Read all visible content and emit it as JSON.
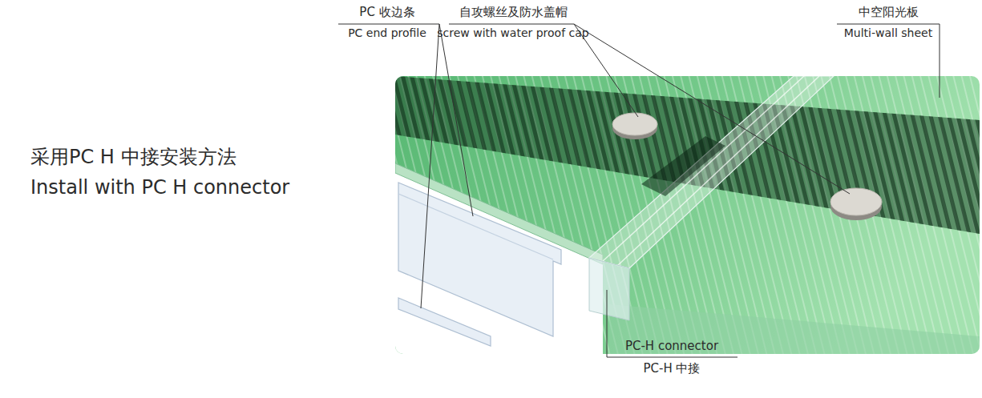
{
  "diagram": {
    "labels": [
      "PC 收边条",
      "PC end profile",
      "自攻螺丝及防水盖帽",
      "screw with water proof cap",
      "中空阳光板",
      "Multi-wall sheet",
      "采用PC H 中接安装方法",
      "Install with PC H connector",
      "PC-H connector",
      "PC-H 中接"
    ]
  }
}
